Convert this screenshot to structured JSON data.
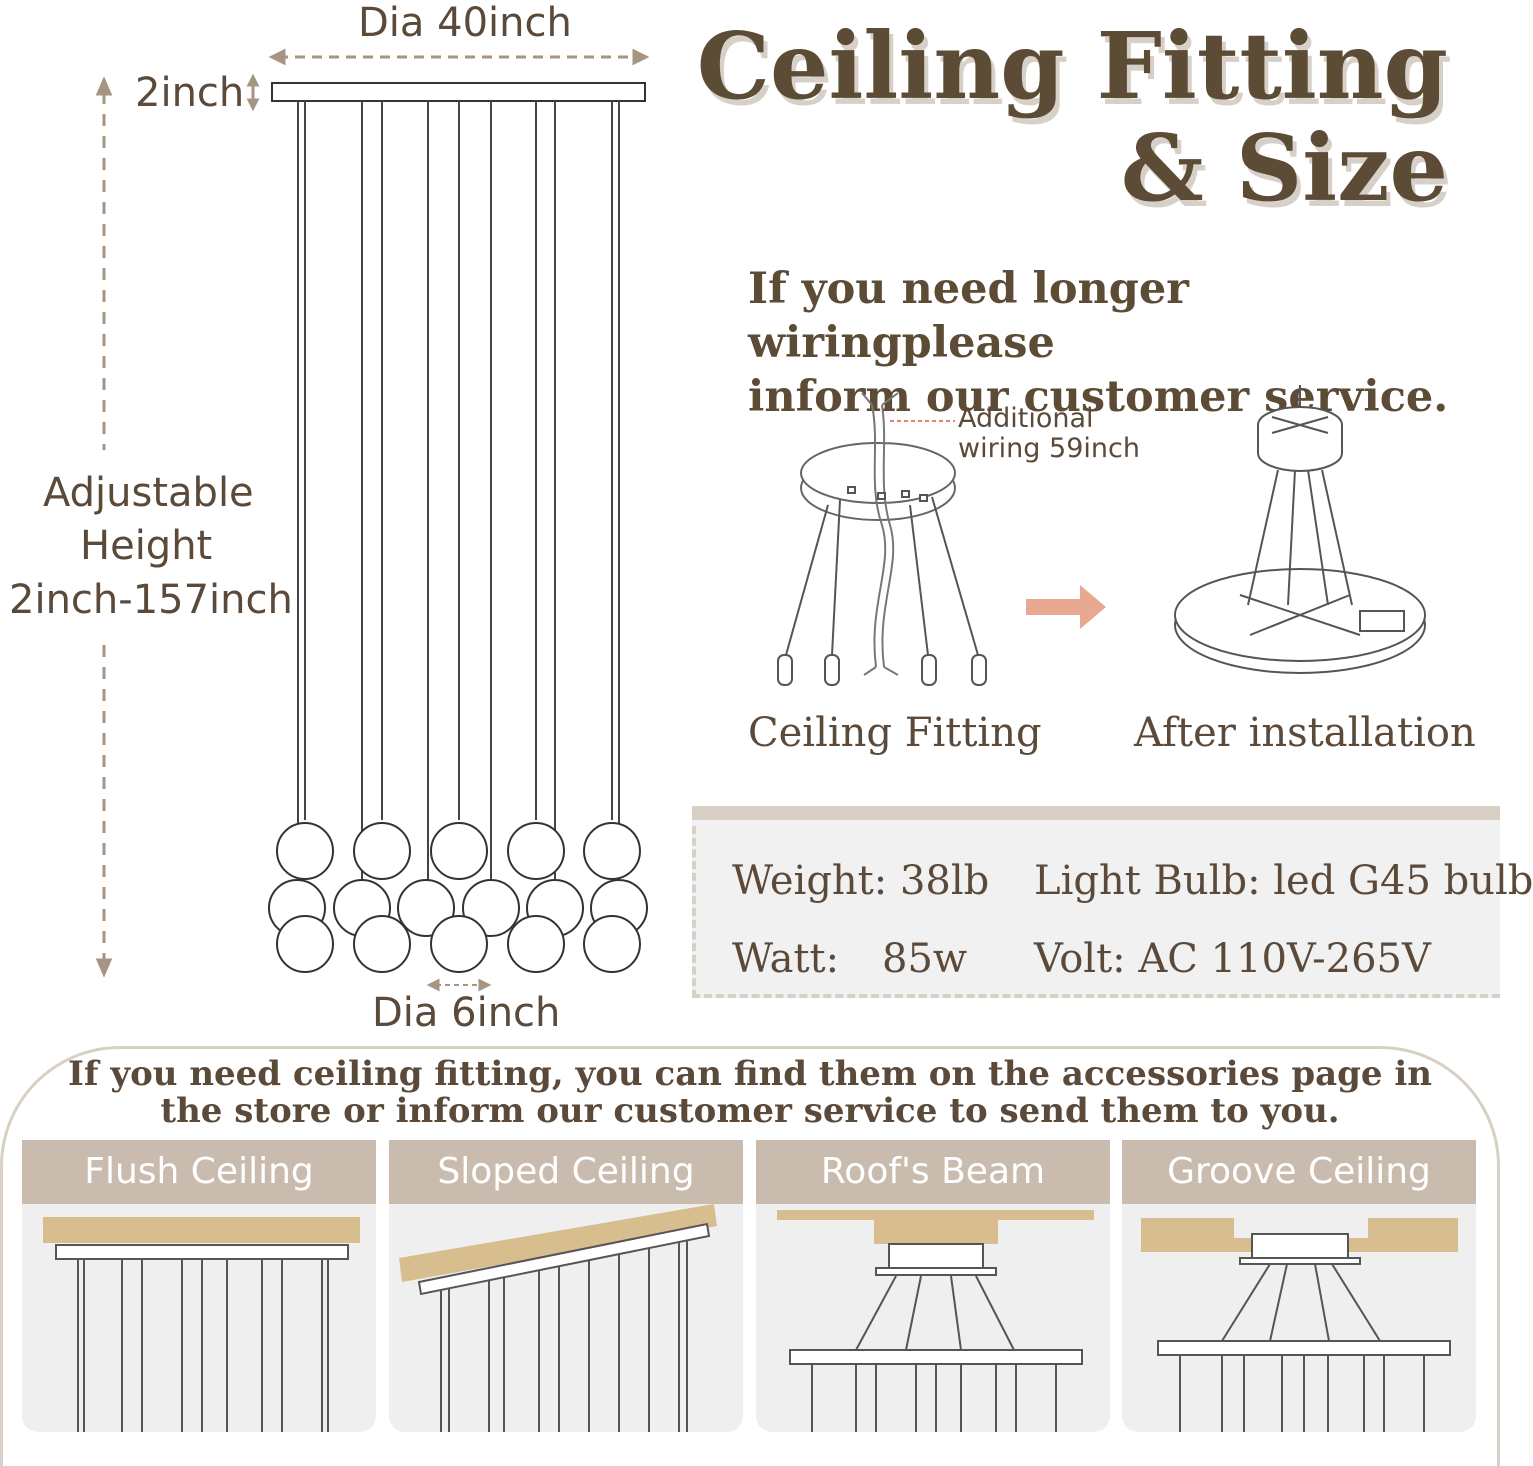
{
  "title": {
    "line1": "Ceiling Fitting",
    "line2": "& Size"
  },
  "note_top": {
    "line1": "If you need longer wiringplease",
    "line2": "inform our customer service."
  },
  "dimensions": {
    "canopy_diameter": "Dia 40inch",
    "canopy_height": "2inch",
    "adjustable_height": [
      "Adjustable",
      "Height",
      "2inch-157inch"
    ],
    "globe_diameter": "Dia 6inch"
  },
  "fitting_diagram": {
    "additional_wiring": [
      "Additional",
      "wiring 59inch"
    ],
    "caption_left": "Ceiling Fitting",
    "caption_right": "After installation"
  },
  "specs": {
    "weight": "Weight: 38lb",
    "bulb": "Light Bulb: led G45 bulb",
    "watt_label": "Watt:",
    "watt_value": "85w",
    "volt": "Volt: AC 110V-265V"
  },
  "bottom_note": {
    "line1": "If you need ceiling fitting, you can find them on the accessories page in",
    "line2": "the store or inform our customer service to send them to you."
  },
  "ceiling_types": [
    "Flush Ceiling",
    "Sloped Ceiling",
    "Roof's Beam",
    "Groove Ceiling"
  ],
  "colors": {
    "title": "#5c4b35",
    "text": "#5b4a3a",
    "accent": "#c9bcae",
    "arrow": "#e8a891",
    "wood": "#d8bd8f"
  }
}
